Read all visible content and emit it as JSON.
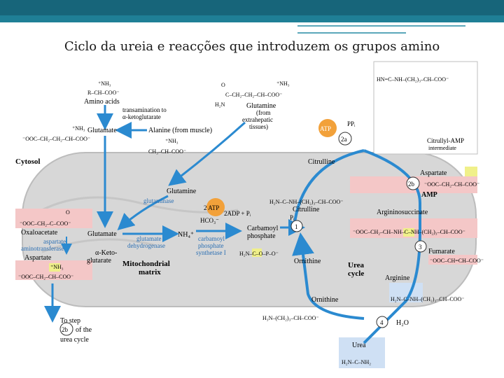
{
  "slide": {
    "title": "Ciclo da ureia e reacções que introduzem os grupos amino"
  },
  "labels": {
    "aa_formula": "R–CH–COO⁻",
    "aa_nh3": "⁺NH₃",
    "amino_acids": "Amino acids",
    "transamination_1": "transamination to",
    "transamination_2": "α-ketoglutarate",
    "glutamate_top": "Glutamate",
    "glutamate_nh3": "⁺NH₃",
    "glutamate_formula": "⁻OOC–CH₂–CH₂–CH–COO⁻",
    "alanine": "Alanine (from muscle)",
    "alanine_nh3": "⁺NH₃",
    "alanine_formula": "CH₃–CH–COO⁻",
    "glutamine_formula_top": "O",
    "glutamine_nh3": "⁺NH₃",
    "glutamine_formula": "C–CH₂–CH₂–CH–COO⁻",
    "glutamine_h2n": "H₂N",
    "glutamine_1": "Glutamine",
    "glutamine_2": "(from",
    "glutamine_3": "extrahepatic",
    "glutamine_4": "tissues)",
    "cytosol": "Cytosol",
    "glutamine_mito": "Glutamine",
    "glutaminase": "glutaminase",
    "glutamate_mito": "Glutamate",
    "oxaloacetate_formula": "⁻OOC–CH₂–C–COO⁻",
    "oxaloacetate_o": "O",
    "oxaloacetate": "Oxaloacetate",
    "aspartate_aminotransferase_1": "aspartate",
    "aspartate_aminotransferase_2": "aminotransferase",
    "aspartate": "Aspartate",
    "aspartate_nh3": "⁺NH₃",
    "aspartate_formula": "⁻OOC–CH₂–CH–COO⁻",
    "ketoglutarate_1": "α-Keto-",
    "ketoglutarate_2": "glutarate",
    "gdh_1": "glutamate",
    "gdh_2": "dehydrogenase",
    "nh4": "NH₄⁺",
    "atp_2": "2 ATP",
    "hco3": "HCO₃⁻",
    "adp_pi": "2ADP + Pᵢ",
    "cps_1": "carbamoyl",
    "cps_2": "phosphate",
    "cps_3": "synthetase I",
    "carbamoyl_1": "Carbamoyl",
    "carbamoyl_2": "phosphate",
    "carbamoyl_formula": "H₂N–C–O–P–O⁻",
    "mito_1": "Mitochondrial",
    "mito_2": "matrix",
    "citrulline_top": "Citrulline",
    "citrulline_mid": "Citrulline",
    "citrulline_pi": "Pᵢ",
    "citrulline_formula": "H₂N–C–NH–(CH₂)₃–CH–COO⁻",
    "atp": "ATP",
    "ppi": "PPᵢ",
    "step_2a": "2a",
    "step_2b": "2b",
    "step_1": "1",
    "step_3": "3",
    "step_4": "4",
    "citrullyl_formula": "HN=C–NH–(CH₂)₃–CH–COO⁻",
    "citrullyl_1": "Citrullyl-AMP",
    "citrullyl_2": "intermediate",
    "aspartate_in": "Aspartate",
    "aspartate_in_formula": "⁻OOC–CH₂–CH–COO⁻",
    "amp": "AMP",
    "argininosuccinate": "Argininosuccinate",
    "argininosuccinate_formula": "⁻OOC–CH₂–CH–NH–C–NH–(CH₂)₃–CH–COO⁻",
    "fumarate": "Fumarate",
    "fumarate_formula": "⁻OOC–CH=CH–COO⁻",
    "arginine": "Arginine",
    "arginine_formula": "H₂N–C–NH–(CH₂)₃–CH–COO⁻",
    "ornithine_mid": "Ornithine",
    "ornithine_bottom": "Ornithine",
    "ornithine_formula": "H₃N–(CH₂)₃–CH–COO⁻",
    "urea_1": "Urea",
    "urea_2": "cycle",
    "h2o": "H₂O",
    "urea_box": "Urea",
    "urea_formula": "H₂N–C–NH₂",
    "to_step_1": "To step",
    "to_step_2": "of the",
    "to_step_3": "urea cycle"
  }
}
